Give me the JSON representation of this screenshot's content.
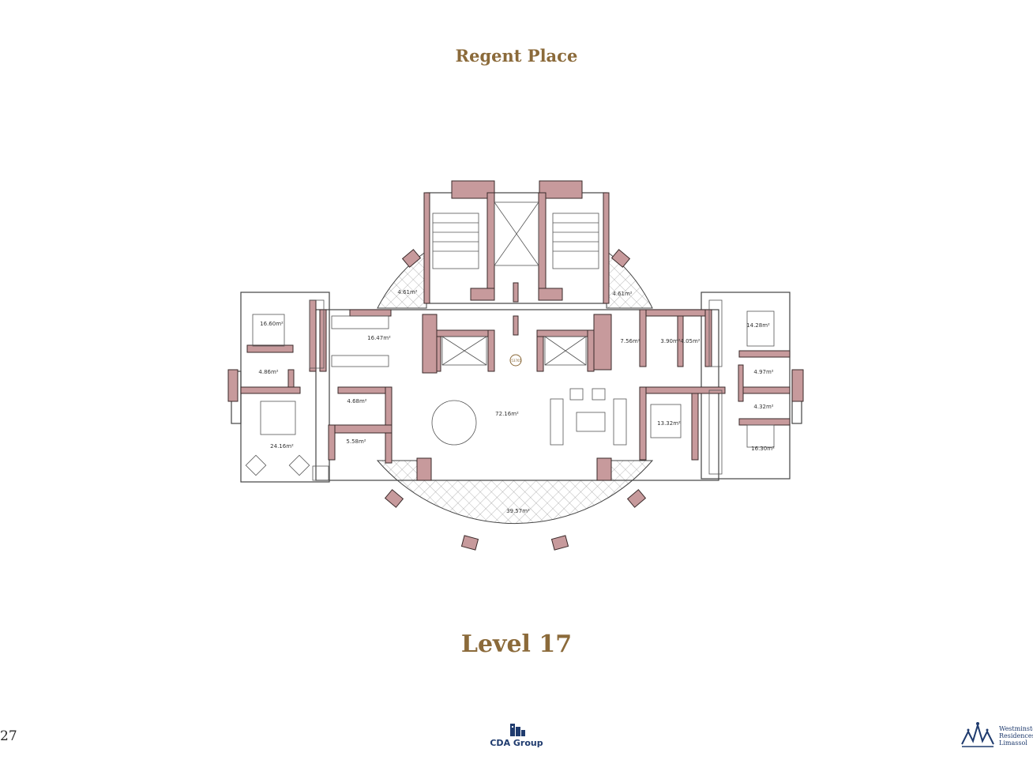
{
  "header": {
    "title": "Regent Place"
  },
  "footer": {
    "level": "Level 17",
    "page_number": "27",
    "cda_name": "CDA Group",
    "westminster": {
      "line1": "Westminster",
      "line2": "Residences",
      "line3": "Limassol"
    }
  },
  "plan": {
    "wall_color": "#c79a9c",
    "wall_stroke": "#3a2a2a",
    "accent_color": "#8b6a3a",
    "level_marker": "-53765",
    "areas": {
      "terrace_top_left": "4.61m²",
      "terrace_top_right": "4.61m²",
      "bedroom_left_top": "16.60m²",
      "kitchen": "16.47m²",
      "bath_left": "4.86m²",
      "wc_left": "4.68m²",
      "bedroom_left_main": "24.16m²",
      "closet_left": "5.58m²",
      "living": "72.16m²",
      "study": "7.56m²",
      "bath_center_a": "3.90m²",
      "bath_center_b": "4.05m²",
      "bedroom_right_top": "14.28m²",
      "bath_right_a": "4.97m²",
      "bath_right_b": "4.32m²",
      "bedroom_center": "13.32m²",
      "bedroom_right_bottom": "16.30m²",
      "terrace_bottom": "39.57m²"
    }
  }
}
